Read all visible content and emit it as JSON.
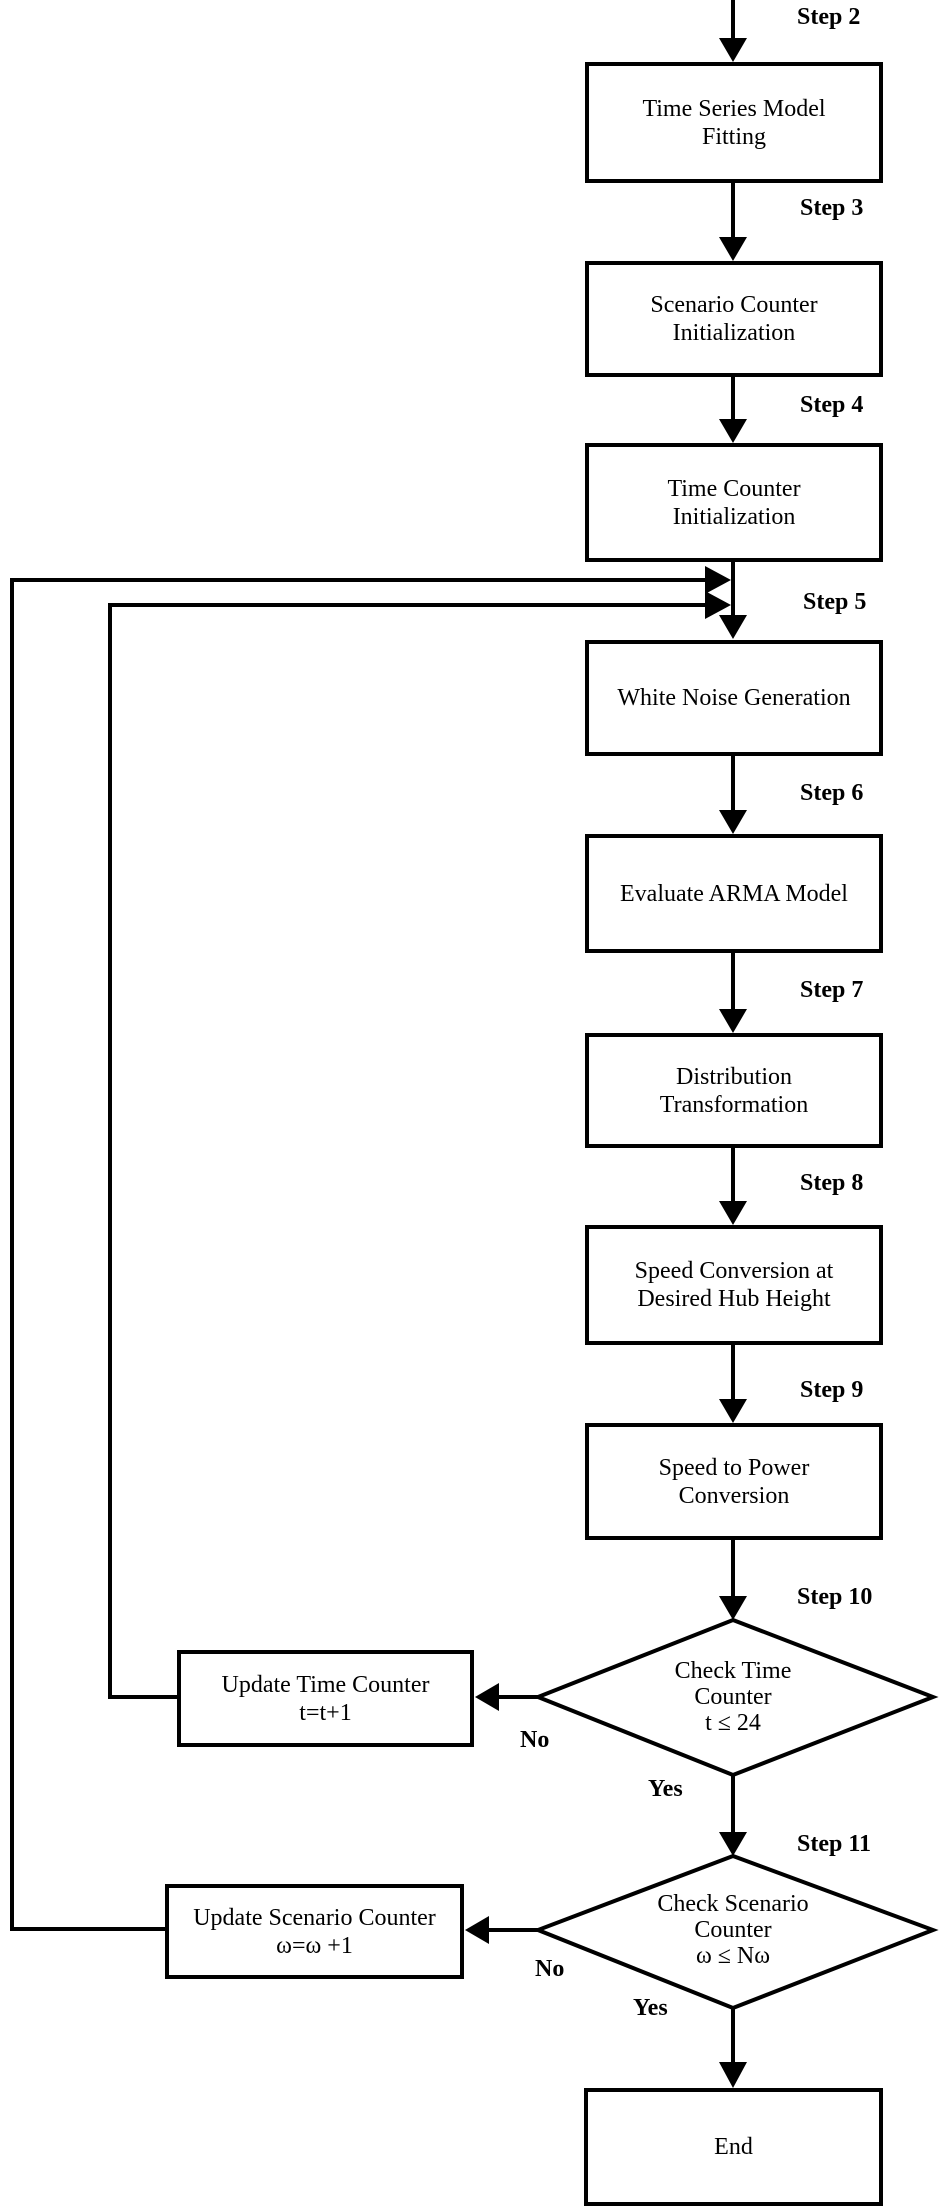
{
  "flow": {
    "title_hint": "Scenario generation flowchart",
    "colors": {
      "line": "#000000",
      "background": "#ffffff",
      "text": "#000000"
    },
    "step_labels": [
      "Step 2",
      "Step 3",
      "Step 4",
      "Step 5",
      "Step 6",
      "Step 7",
      "Step 8",
      "Step 9",
      "Step 10",
      "Step 11"
    ],
    "process_nodes": [
      {
        "label": "Time Series Model\nFitting"
      },
      {
        "label": "Scenario Counter\nInitialization"
      },
      {
        "label": "Time Counter\nInitialization"
      },
      {
        "label": "White Noise Generation"
      },
      {
        "label": "Evaluate ARMA Model"
      },
      {
        "label": "Distribution\nTransformation"
      },
      {
        "label": "Speed Conversion at\nDesired Hub Height"
      },
      {
        "label": "Speed to Power\nConversion"
      }
    ],
    "decision_nodes": [
      {
        "label": "Check Time\nCounter\nt ≤ 24",
        "no_label": "No",
        "yes_label": "Yes"
      },
      {
        "label": "Check Scenario\nCounter\nω ≤ Nω",
        "no_label": "No",
        "yes_label": "Yes"
      }
    ],
    "update_nodes": [
      {
        "label": "Update Time Counter\nt=t+1"
      },
      {
        "label": "Update Scenario Counter\nω=ω +1"
      }
    ],
    "end_node": {
      "label": "End"
    }
  }
}
